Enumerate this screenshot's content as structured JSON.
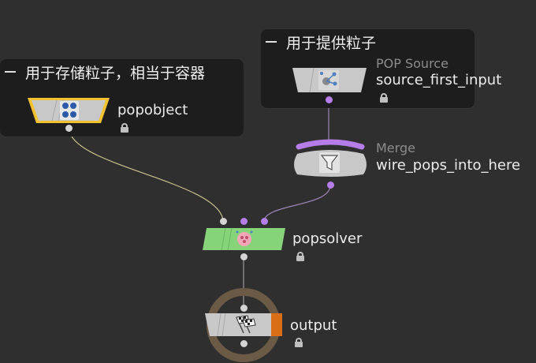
{
  "network_boxes": [
    {
      "title": "用于存储粒子，相当于容器"
    },
    {
      "title": "用于提供粒子"
    }
  ],
  "nodes": {
    "popobject": {
      "name": "popobject",
      "type_label": "",
      "icon": "particles-icon"
    },
    "pop_source": {
      "name": "source_first_input",
      "type_label": "POP Source",
      "icon": "emitter-icon"
    },
    "merge": {
      "name": "wire_pops_into_here",
      "type_label": "Merge",
      "icon": "funnel-icon"
    },
    "popsolver": {
      "name": "popsolver",
      "type_label": "",
      "icon": "solver-icon"
    },
    "output": {
      "name": "output",
      "type_label": "",
      "icon": "checkered-flag-icon"
    }
  },
  "colors": {
    "background": "#2f2f2f",
    "netbox": "#1d1d1d",
    "node_grey": "#c8c8c8",
    "solver_green": "#86d37a",
    "selected_yellow": "#f2c230",
    "port_purple": "#b67ce8",
    "display_flag_orange": "#d96e17",
    "output_ring": "#6b5a45",
    "wire_yellow": "#c8c08a",
    "wire_purple": "#9c86b8"
  }
}
